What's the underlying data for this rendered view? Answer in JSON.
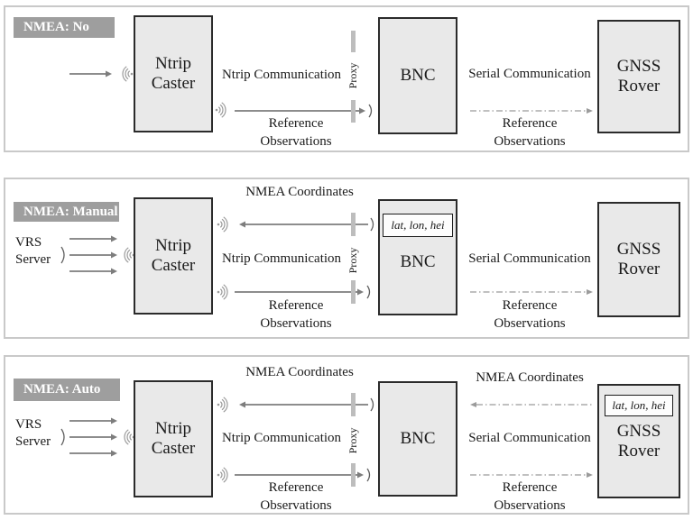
{
  "colors": {
    "panel_border": "#c9c9c9",
    "box_fill": "#e9e9e9",
    "box_border": "#2b2b2b",
    "banner_bg": "#9e9e9e",
    "banner_text": "#ffffff",
    "solid_arrow": "#7d7d7d",
    "dash_arrow": "#9b9b9b",
    "proxy_bar": "#bdbdbd",
    "text": "#1a1a1a"
  },
  "panels": [
    {
      "banner": "NMEA: No",
      "caster": "Ntrip Caster",
      "bnc": "BNC",
      "rover": "GNSS Rover",
      "proxy": "Proxy",
      "ntrip_communication": "Ntrip Communication",
      "serial_communication": "Serial Communication",
      "reference_observations_left": "Reference Observations",
      "reference_observations_right": "Reference Observations"
    },
    {
      "banner": "NMEA: Manual",
      "vrs_server": "VRS Server",
      "caster": "Ntrip Caster",
      "bnc": "BNC",
      "rover": "GNSS Rover",
      "coords_value": "lat, lon, hei",
      "proxy": "Proxy",
      "nmea_coordinates_left": "NMEA Coordinates",
      "ntrip_communication": "Ntrip Communication",
      "serial_communication": "Serial Communication",
      "reference_observations_left": "Reference Observations",
      "reference_observations_right": "Reference Observations"
    },
    {
      "banner": "NMEA: Auto",
      "vrs_server": "VRS Server",
      "caster": "Ntrip Caster",
      "bnc": "BNC",
      "rover": "GNSS Rover",
      "coords_value": "lat, lon, hei",
      "proxy": "Proxy",
      "nmea_coordinates_left": "NMEA Coordinates",
      "nmea_coordinates_right": "NMEA Coordinates",
      "ntrip_communication": "Ntrip Communication",
      "serial_communication": "Serial Communication",
      "reference_observations_left": "Reference Observations",
      "reference_observations_right": "Reference Observations"
    }
  ]
}
